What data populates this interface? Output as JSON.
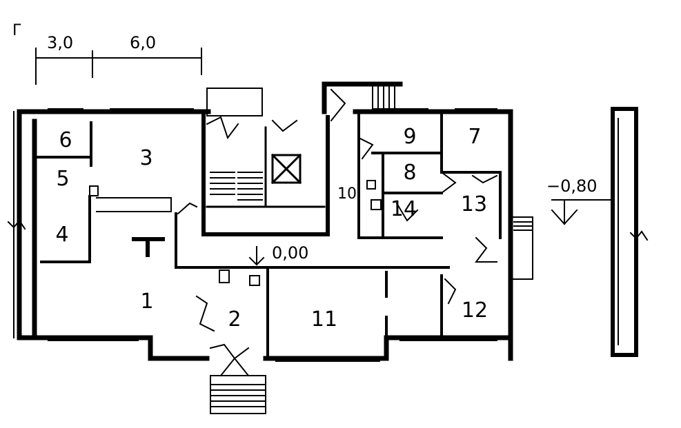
{
  "corner_mark": "Г",
  "dimensions": {
    "left_span": "3,0",
    "right_span": "6,0"
  },
  "levels": {
    "floor": "0,00",
    "lower": "−0,80"
  },
  "rooms": [
    {
      "id": "1",
      "label": "1"
    },
    {
      "id": "2",
      "label": "2"
    },
    {
      "id": "3",
      "label": "3"
    },
    {
      "id": "4",
      "label": "4"
    },
    {
      "id": "5",
      "label": "5"
    },
    {
      "id": "6",
      "label": "6"
    },
    {
      "id": "7",
      "label": "7"
    },
    {
      "id": "8",
      "label": "8"
    },
    {
      "id": "9",
      "label": "9"
    },
    {
      "id": "10",
      "label": "10"
    },
    {
      "id": "11",
      "label": "11"
    },
    {
      "id": "12",
      "label": "12"
    },
    {
      "id": "13",
      "label": "13"
    },
    {
      "id": "14",
      "label": "14"
    }
  ]
}
